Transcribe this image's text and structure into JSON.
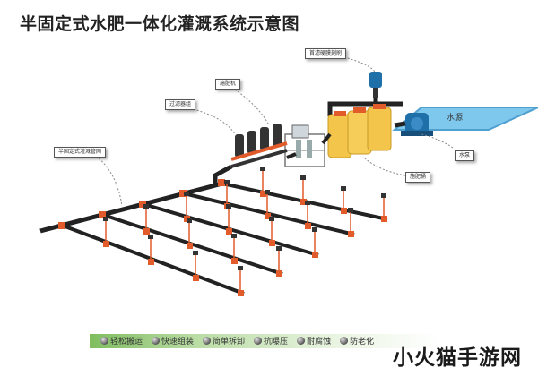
{
  "title": "半固定式水肥一体化灌溉系统示意图",
  "callouts": {
    "filter_head": "首滤硬膜刻刷",
    "fertilizer_tank": "施肥机",
    "filter_system": "过滤器组",
    "semi_fixed_pipe": "半固定式灌溉管网",
    "fertilizer_bucket": "施肥桶",
    "pump": "水泵"
  },
  "water_label": "水源",
  "legend": [
    "轻松搬运",
    "快速组装",
    "简单拆卸",
    "抗曝压",
    "耐腐蚀",
    "防老化"
  ],
  "watermark": "小火猫手游网",
  "colors": {
    "pipe": "#222222",
    "fitting": "#e25b2a",
    "water": "#7ec8ee",
    "tank": "#f3c64b",
    "pump": "#1f6fa8",
    "legend_green": "#7fbd5f"
  }
}
